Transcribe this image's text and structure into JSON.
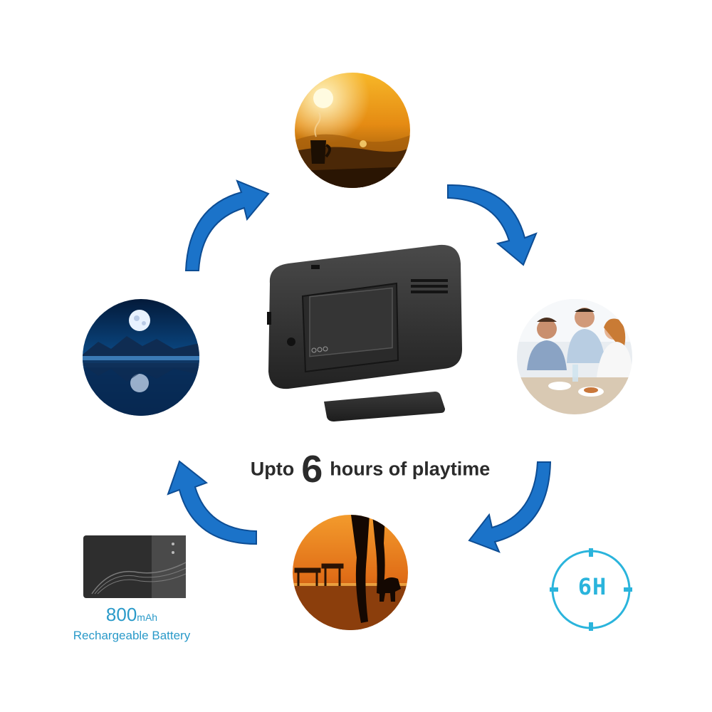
{
  "headline": {
    "prefix": "Upto",
    "number": "6",
    "suffix": "hours of playtime"
  },
  "battery": {
    "capacity_number": "800",
    "capacity_unit": "mAh",
    "type_label": "Rechargeable Battery"
  },
  "clock": {
    "label": "6H"
  },
  "icons": [
    "sunrise-coffee-scene",
    "friends-dinner-scene",
    "beach-walk-scene",
    "night-moon-scene",
    "battery-icon",
    "clock-icon",
    "curved-arrow-icon"
  ],
  "colors": {
    "arrow_blue": "#1b73c9",
    "caption_blue": "#2a9ac9",
    "clock_cyan": "#2ab4dc",
    "text_dark": "#2b2b2b"
  }
}
